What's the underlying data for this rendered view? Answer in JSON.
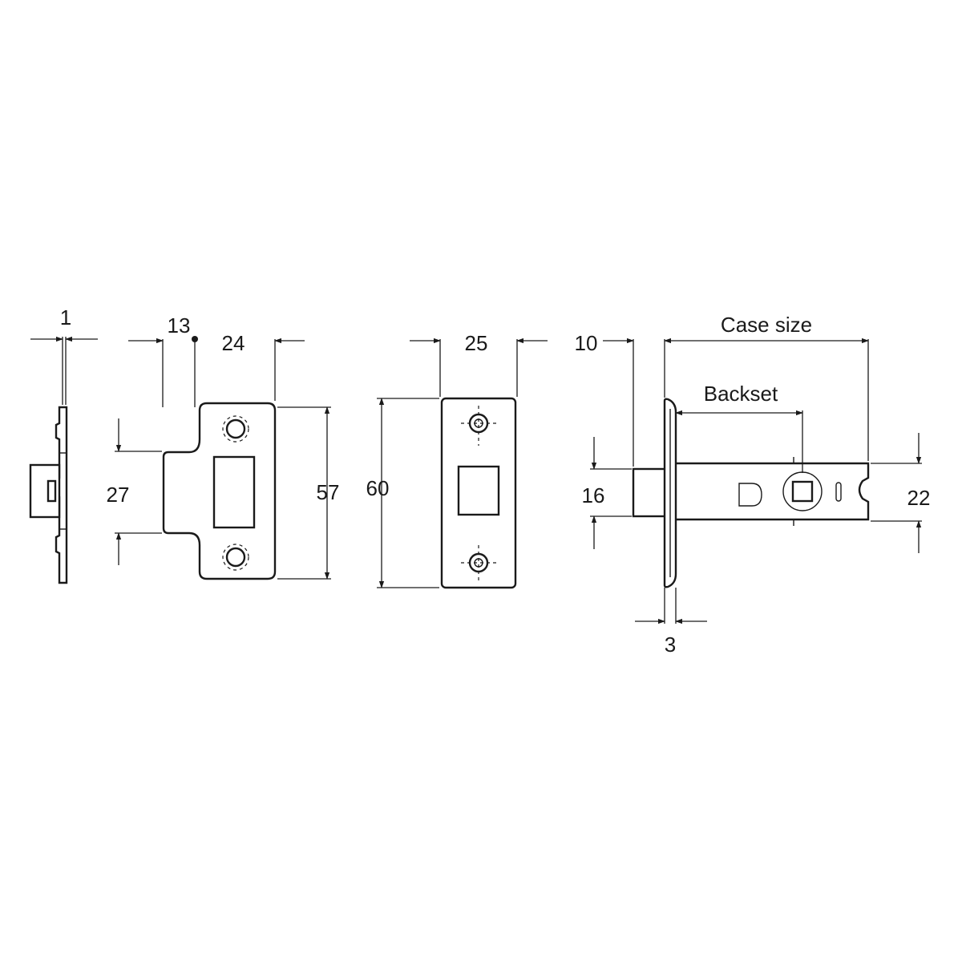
{
  "drawing": {
    "colors": {
      "ink": "#1a1a1a",
      "paper": "#ffffff"
    },
    "dimensions": {
      "plate_thickness": "1",
      "keep_offset": "13",
      "keep_width": "24",
      "tongue_height": "27",
      "keep_height": "57",
      "forend_height": "60",
      "forend_width": "25",
      "latch_projection": "10",
      "latch_height": "16",
      "case_size": "Case size",
      "backset": "Backset",
      "body_height": "22",
      "forend_thickness": "3"
    }
  }
}
